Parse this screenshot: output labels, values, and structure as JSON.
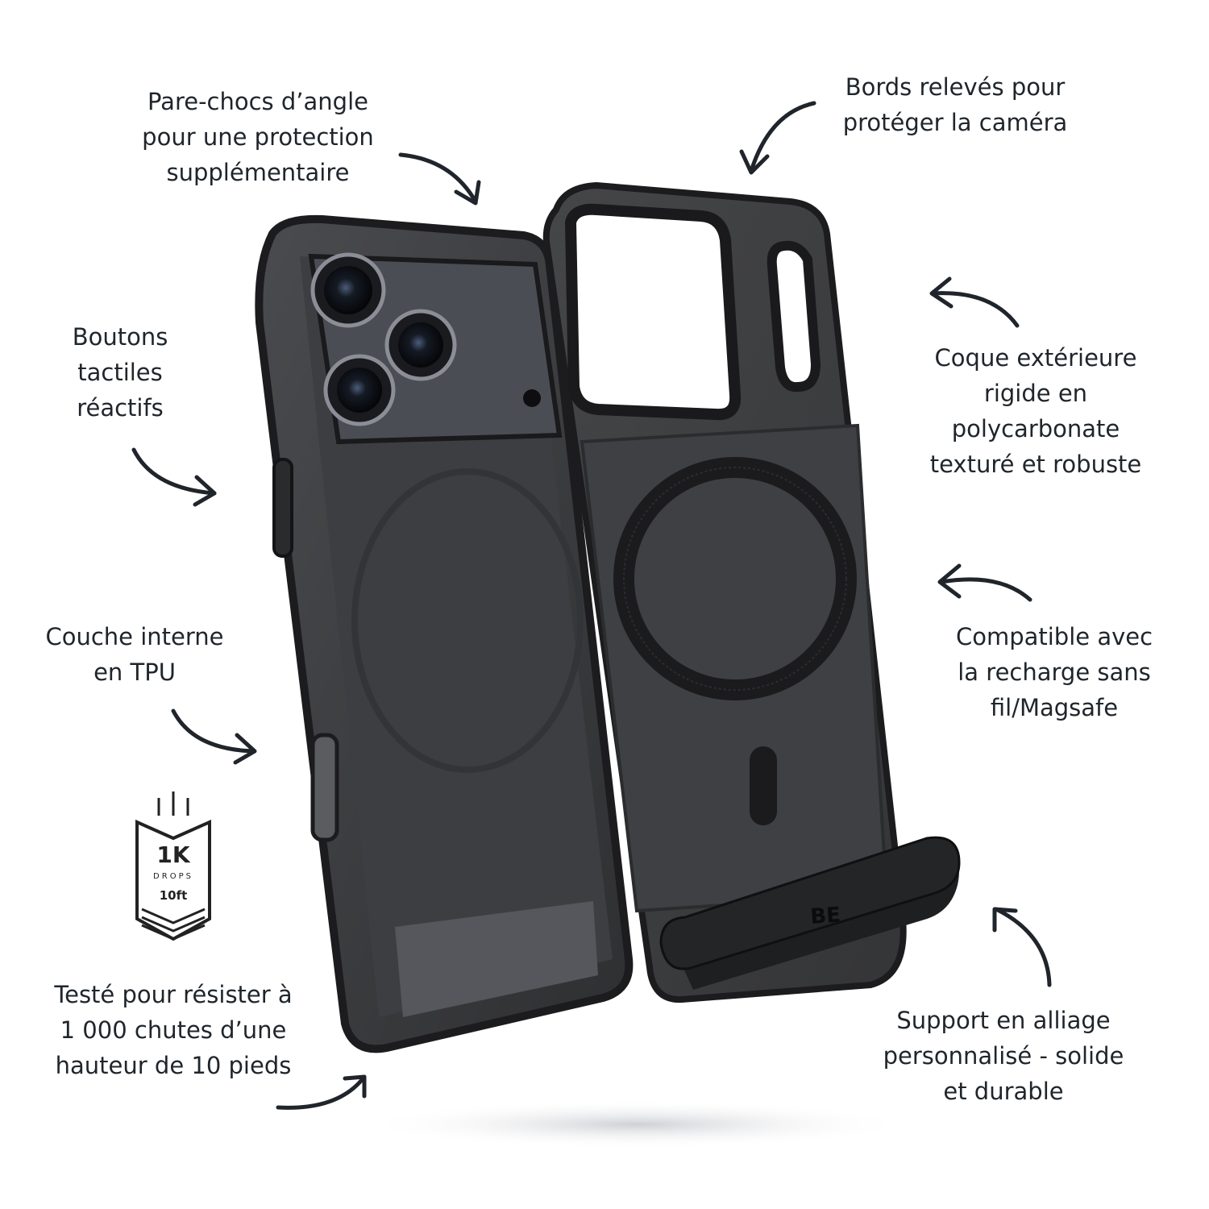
{
  "callouts": {
    "corner_bumpers": [
      "Pare-chocs d’angle",
      "pour une protection",
      "supplémentaire"
    ],
    "raised_edges": [
      "Bords relevés pour",
      "protéger la caméra"
    ],
    "tactile_buttons": [
      "Boutons",
      "tactiles",
      "réactifs"
    ],
    "hard_shell": [
      "Coque extérieure",
      "rigide en",
      "polycarbonate",
      "texturé et robuste"
    ],
    "inner_layer": [
      "Couche interne",
      "en TPU"
    ],
    "magsafe": [
      "Compatible avec",
      "la recharge sans",
      "fil/Magsafe"
    ],
    "drop_tested": [
      "Testé pour résister à",
      "1 000 chutes d’une",
      "hauteur de 10 pieds"
    ],
    "kickstand": [
      "Support en alliage",
      "personnalisé - solide",
      "et durable"
    ]
  },
  "badge": {
    "count": "1K",
    "unit": "DROPS",
    "height": "10ft"
  },
  "stand_logo": "BE",
  "colors": {
    "text": "#1f252b",
    "case": "#3a3b3d",
    "case_dark": "#1c1c1e",
    "arrow": "#1f252b"
  }
}
